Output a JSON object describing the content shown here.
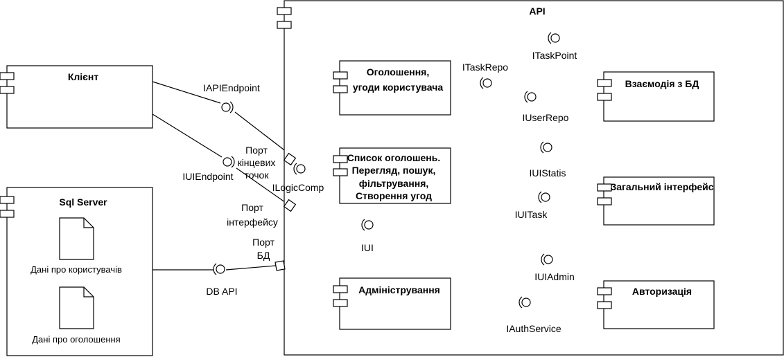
{
  "components": {
    "api": "API",
    "client": "Клієнт",
    "sql_server": "Sql Server",
    "ads": [
      "Оголошення,",
      "угоди користувача"
    ],
    "list": [
      "Список оголошень.",
      "Перегляд, пошук,",
      "фільтрування,",
      "Створення угод"
    ],
    "admin": "Адміністрування",
    "db_interaction": "Взаємодія з БД",
    "general_ui": "Загальний інтерфейс",
    "auth": "Авторизація"
  },
  "documents": {
    "users": "Дані про користувачів",
    "ads": "Дані про оголошення"
  },
  "interfaces": {
    "iapi_endpoint": "IAPIEndpoint",
    "iui_endpoint": "IUIEndpoint",
    "ilogic_comp": "ILogicComp",
    "itask_point": "ITaskPoint",
    "itask_repo": "ITaskRepo",
    "iuser_repo": "IUserRepo",
    "iui_statis": "IUIStatis",
    "iui_task": "IUITask",
    "iui": "IUI",
    "iui_admin": "IUIAdmin",
    "iauth_service": "IAuthService",
    "db_api": "DB API"
  },
  "ports": {
    "endpoints": [
      "Порт",
      "кінцевих",
      "точок"
    ],
    "interface": [
      "Порт",
      "інтерфейсу"
    ],
    "db": [
      "Порт",
      "БД"
    ]
  }
}
